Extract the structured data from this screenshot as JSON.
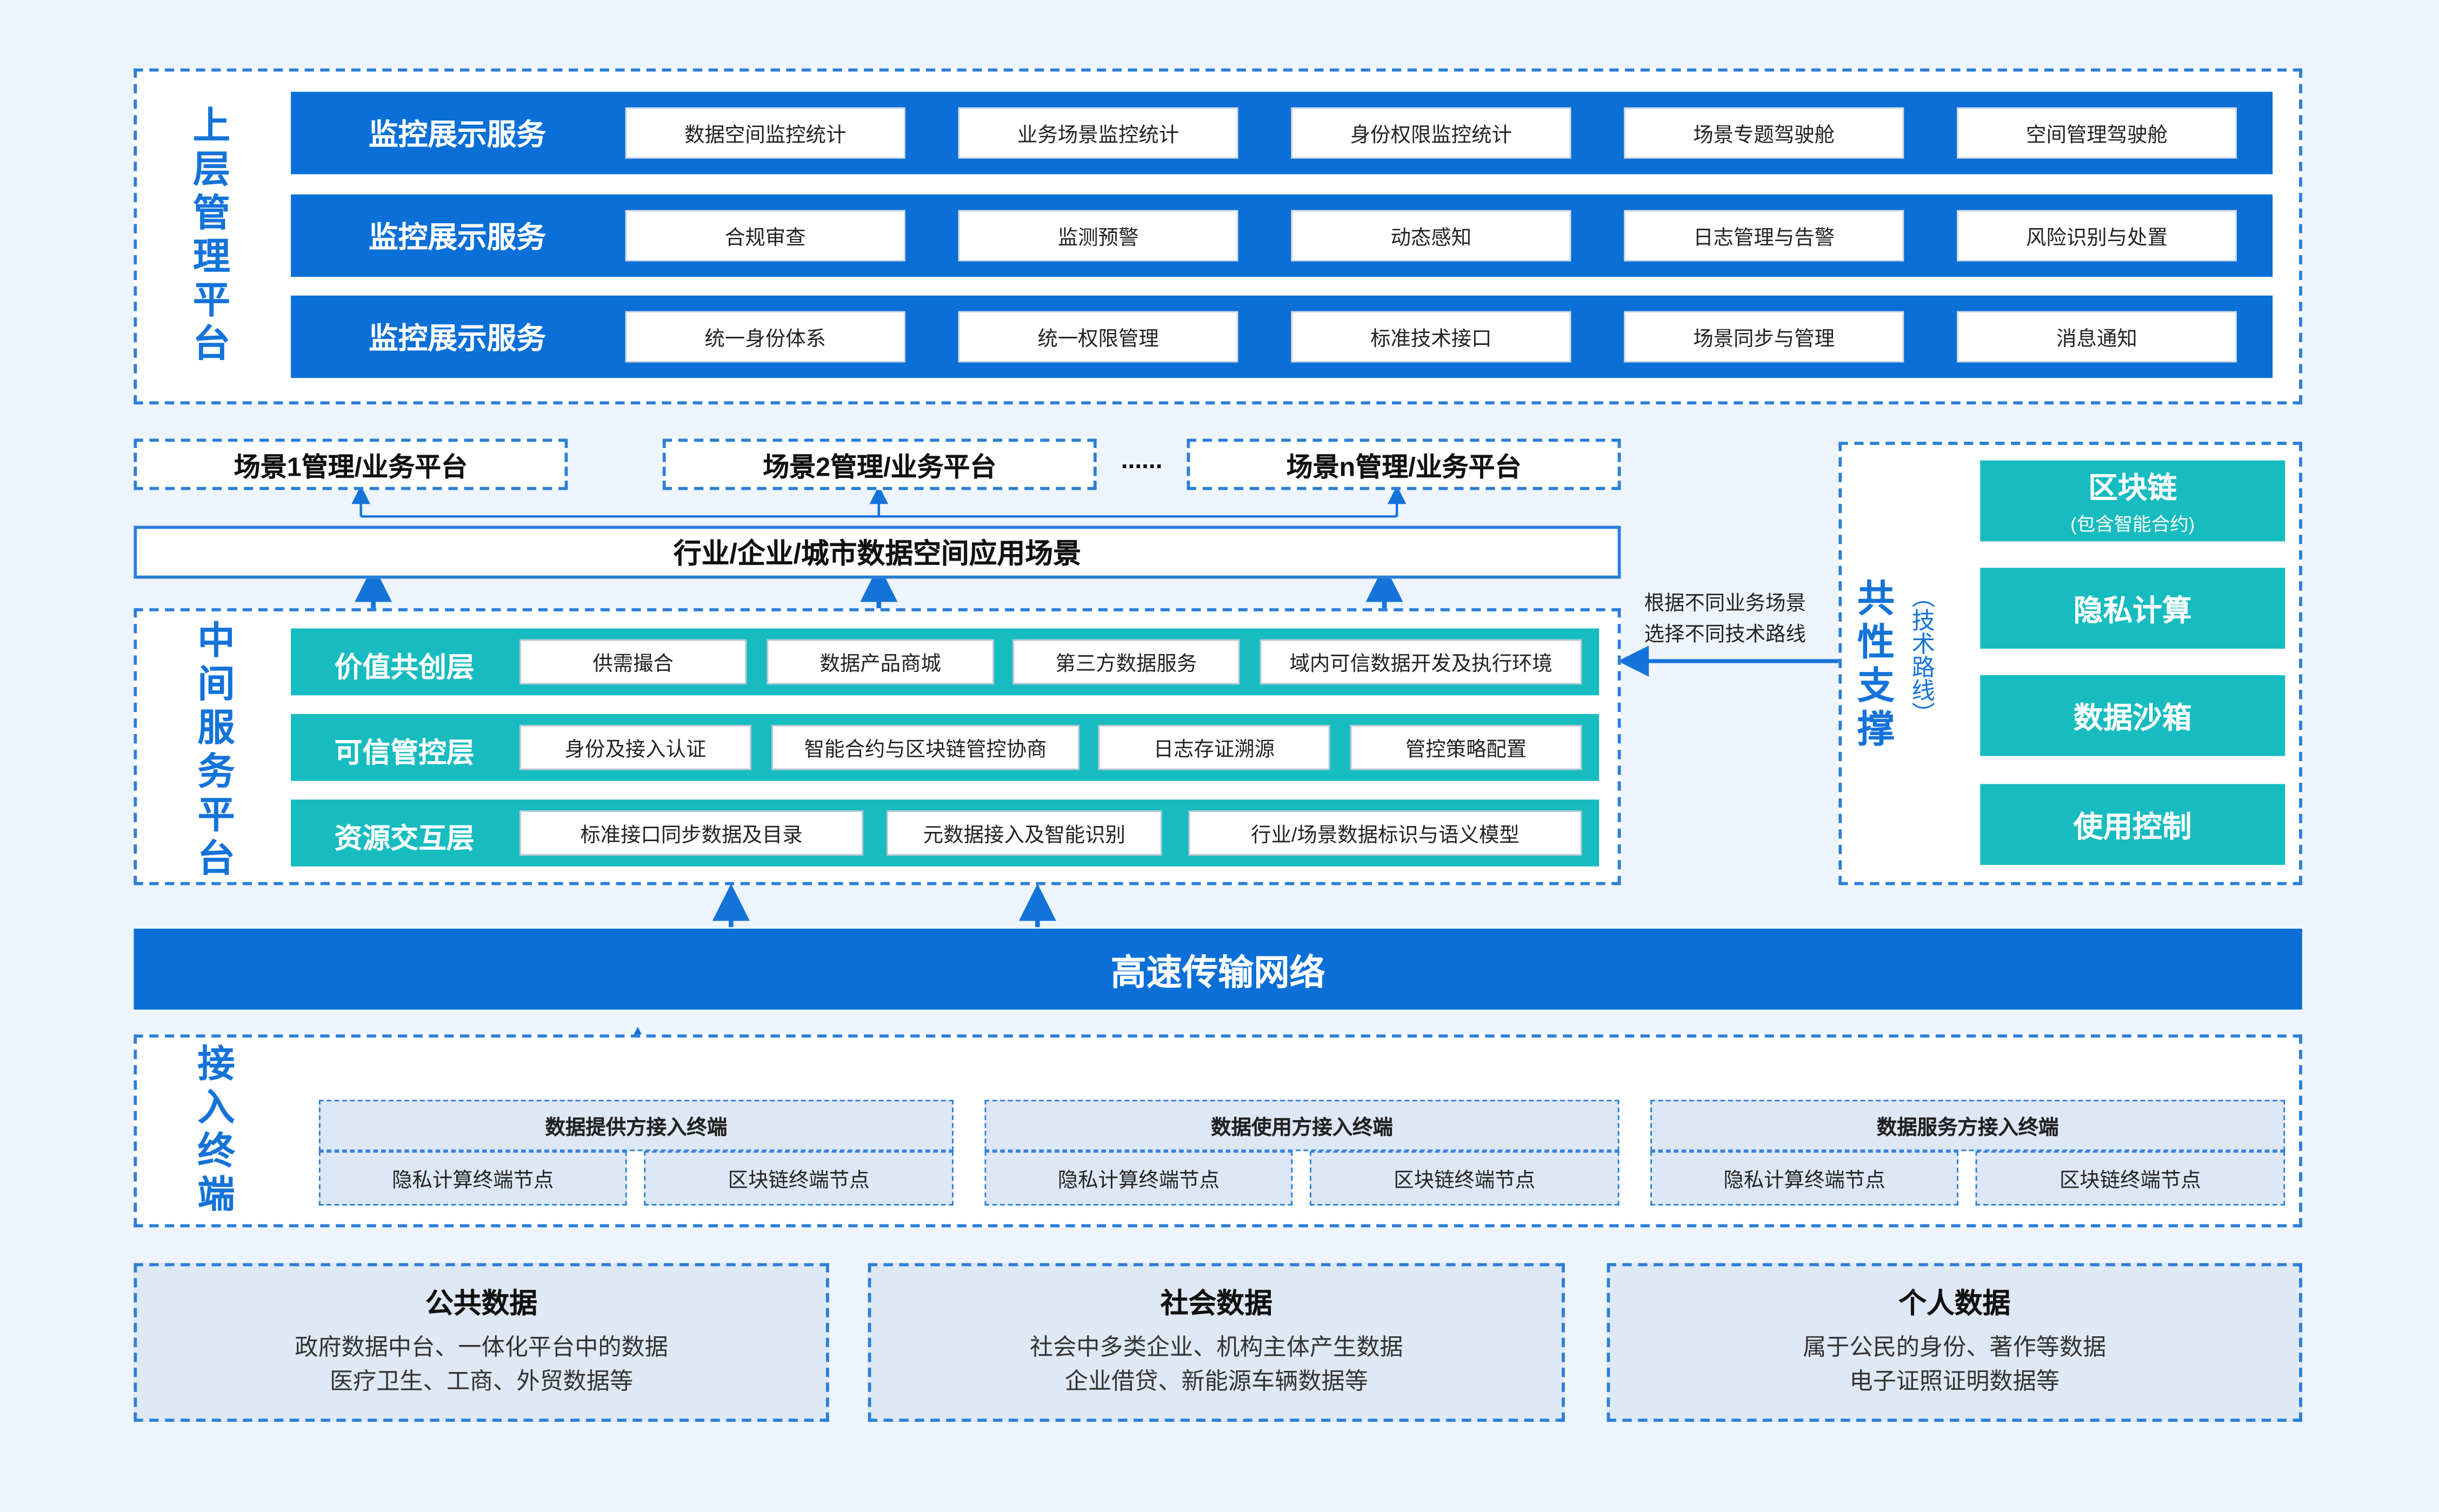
{
  "upper": {
    "label": "上层管理平台",
    "rows": [
      {
        "title": "监控展示服务",
        "items": [
          "数据空间监控统计",
          "业务场景监控统计",
          "身份权限监控统计",
          "场景专题驾驶舱",
          "空间管理驾驶舱"
        ]
      },
      {
        "title": "监控展示服务",
        "items": [
          "合规审查",
          "监测预警",
          "动态感知",
          "日志管理与告警",
          "风险识别与处置"
        ]
      },
      {
        "title": "监控展示服务",
        "items": [
          "统一身份体系",
          "统一权限管理",
          "标准技术接口",
          "场景同步与管理",
          "消息通知"
        ]
      }
    ]
  },
  "scenes": {
    "items": [
      "场景1管理/业务平台",
      "场景2管理/业务平台",
      "场景n管理/业务平台"
    ],
    "ellipsis": "......",
    "app": "行业/企业/城市数据空间应用场景"
  },
  "middle": {
    "label": "中间服务平台",
    "rows": [
      {
        "title": "价值共创层",
        "items": [
          "供需撮合",
          "数据产品商城",
          "第三方数据服务",
          "域内可信数据开发及执行环境"
        ]
      },
      {
        "title": "可信管控层",
        "items": [
          "身份及接入认证",
          "智能合约与区块链管控协商",
          "日志存证溯源",
          "管控策略配置"
        ]
      },
      {
        "title": "资源交互层",
        "items": [
          "标准接口同步数据及目录",
          "元数据接入及智能识别",
          "行业/场景数据标识与语义模型"
        ]
      }
    ]
  },
  "support": {
    "label": "共性支撑",
    "sublabel": "（技术路线）",
    "note": [
      "根据不同业务场景",
      "选择不同技术路线"
    ],
    "blocks": [
      {
        "title": "区块链",
        "sub": "(包含智能合约)"
      },
      {
        "title": "隐私计算",
        "sub": ""
      },
      {
        "title": "数据沙箱",
        "sub": ""
      },
      {
        "title": "使用控制",
        "sub": ""
      }
    ]
  },
  "network": {
    "label": "高速传输网络"
  },
  "terminals": {
    "label": "接入终端",
    "groups": [
      {
        "head": "数据提供方接入终端",
        "nodes": [
          "隐私计算终端节点",
          "区块链终端节点"
        ]
      },
      {
        "head": "数据使用方接入终端",
        "nodes": [
          "隐私计算终端节点",
          "区块链终端节点"
        ]
      },
      {
        "head": "数据服务方接入终端",
        "nodes": [
          "隐私计算终端节点",
          "区块链终端节点"
        ]
      }
    ]
  },
  "data_sources": [
    {
      "title": "公共数据",
      "lines": [
        "政府数据中台、一体化平台中的数据",
        "医疗卫生、工商、外贸数据等"
      ]
    },
    {
      "title": "社会数据",
      "lines": [
        "社会中多类企业、机构主体产生数据",
        "企业借贷、新能源车辆数据等"
      ]
    },
    {
      "title": "个人数据",
      "lines": [
        "属于公民的身份、著作等数据",
        "电子证照证明数据等"
      ]
    }
  ],
  "colors": {
    "blue": "#0a6fd6",
    "teal": "#16bcbf",
    "dash": "#2a7fd8",
    "light": "#dde7f5"
  }
}
